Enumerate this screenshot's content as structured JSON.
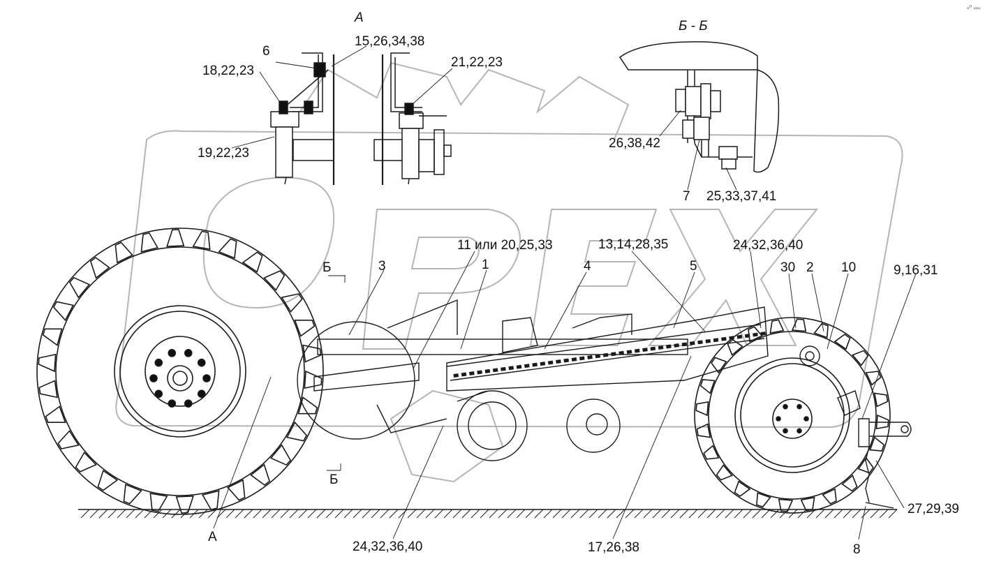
{
  "views": {
    "a": "А",
    "bb": "Б - Б"
  },
  "section_marks": {
    "top": "Б",
    "bottom": "Б"
  },
  "callouts": {
    "c6": "6",
    "c15_26_34_38": "15,26,34,38",
    "c18_22_23": "18,22,23",
    "c21_22_23": "21,22,23",
    "c19_22_23": "19,22,23",
    "c26_38_42": "26,38,42",
    "c7": "7",
    "c25_33_37_41": "25,33,37,41",
    "c11_20_25_33": "11 или 20,25,33",
    "c13_14_28_35": "13,14,28,35",
    "c24_32_36_40_top": "24,32,36,40",
    "c3": "3",
    "c1": "1",
    "c4": "4",
    "c5": "5",
    "c30": "30",
    "c2": "2",
    "c10": "10",
    "c9_16_31": "9,16,31",
    "c27_29_39": "27,29,39",
    "c24_32_36_40_bottom": "24,32,36,40",
    "c17_26_38": "17,26,38",
    "c8": "8",
    "cA": "А"
  },
  "corner_mark": "ₒᴰ ₒₒₒ",
  "colors": {
    "line": "#1a1a1a",
    "watermark": "#b5b5b5",
    "hatch": "#333333"
  }
}
